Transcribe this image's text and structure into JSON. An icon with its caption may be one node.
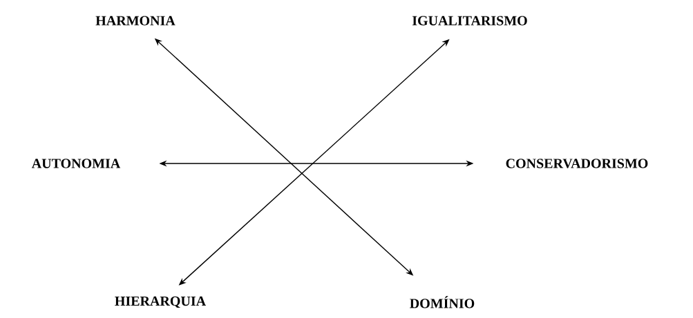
{
  "diagram": {
    "nodes": [
      {
        "text": [
          "HARMONIA"
        ]
      },
      {
        "text": [
          "IGUALITARISMO"
        ]
      },
      {
        "text": [
          "AUTONOMIA"
        ]
      },
      {
        "text": [
          "CONSERVADORISMO"
        ]
      },
      {
        "text": [
          "HIERARQUIA"
        ]
      },
      {
        "text": [
          "DOMÍNIO"
        ]
      }
    ],
    "edges": [
      {
        "from": 0,
        "to": 5,
        "arrow": "both"
      },
      {
        "from": 1,
        "to": 4,
        "arrow": "both"
      },
      {
        "from": 2,
        "to": 3,
        "arrow": "both"
      }
    ]
  }
}
